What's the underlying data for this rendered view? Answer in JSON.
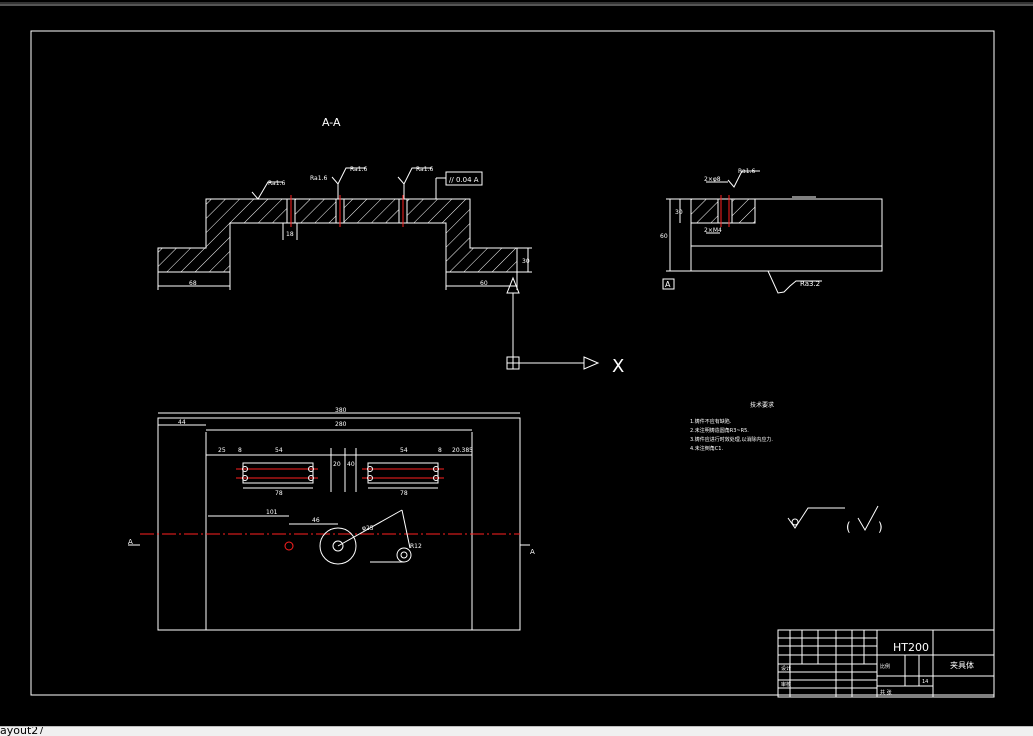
{
  "drawing": {
    "section_label": "A-A",
    "material": "HT200",
    "part_name": "夹具体",
    "x_axis_label": "X",
    "datum_a": "A"
  },
  "section_view": {
    "roughness_1": "Ra1.6",
    "roughness_2": "Ra1.6",
    "roughness_3": "Ra1.6",
    "roughness_4": "Ra1.6",
    "tolerance_frame": "// 0.04 A",
    "dim_left": "68",
    "dim_right": "60",
    "dim_height": "30",
    "dim_slot": "18"
  },
  "side_view": {
    "roughness": "Ra1.6",
    "roughness_bottom": "Ra3.2",
    "dim_top": "2×φ8",
    "dim_bottom": "2×M4",
    "dim_h1": "30",
    "dim_h2": "60"
  },
  "plan_view": {
    "dim_total": "380",
    "dim_inner": "280",
    "dim_left_offset": "44",
    "dim_25": "25",
    "dim_8a": "8",
    "dim_54a": "54",
    "dim_54b": "54",
    "dim_8b": "8",
    "dim_g": "20.385",
    "dim_78a": "78",
    "dim_78b": "78",
    "dim_20": "20",
    "dim_40": "40",
    "dim_101": "101",
    "dim_46": "46",
    "dim_phi": "φ25",
    "dim_r12": "R12",
    "section_left": "A",
    "section_right": "A"
  },
  "notes": {
    "title": "技术要求",
    "line1": "1.铸件不应有缺陷.",
    "line2": "2.未注明铸造圆角R3~R5.",
    "line3": "3.铸件应进行时效处理,以消除内应力.",
    "line4": "4.未注倒角C1."
  },
  "title_block": {
    "label_scale": "比例",
    "label_sheets": "共 张",
    "label_designer": "设计",
    "label_checker": "审核",
    "qty": "14"
  },
  "status_bar": {
    "layout_tab": "ayout2"
  },
  "colors": {
    "background": "#000000",
    "line": "#ffffff",
    "centerline": "#ff2020",
    "tab_bg": "#f0f0f0"
  }
}
